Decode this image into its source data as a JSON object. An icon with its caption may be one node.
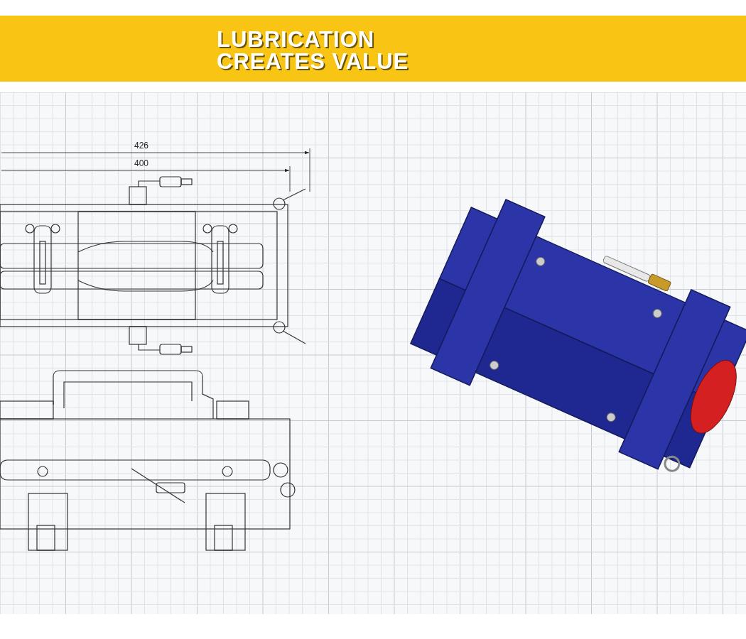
{
  "diagram": {
    "title": "LUBRICATION CREATES VALUE",
    "labels": [
      "426",
      "400"
    ]
  }
}
